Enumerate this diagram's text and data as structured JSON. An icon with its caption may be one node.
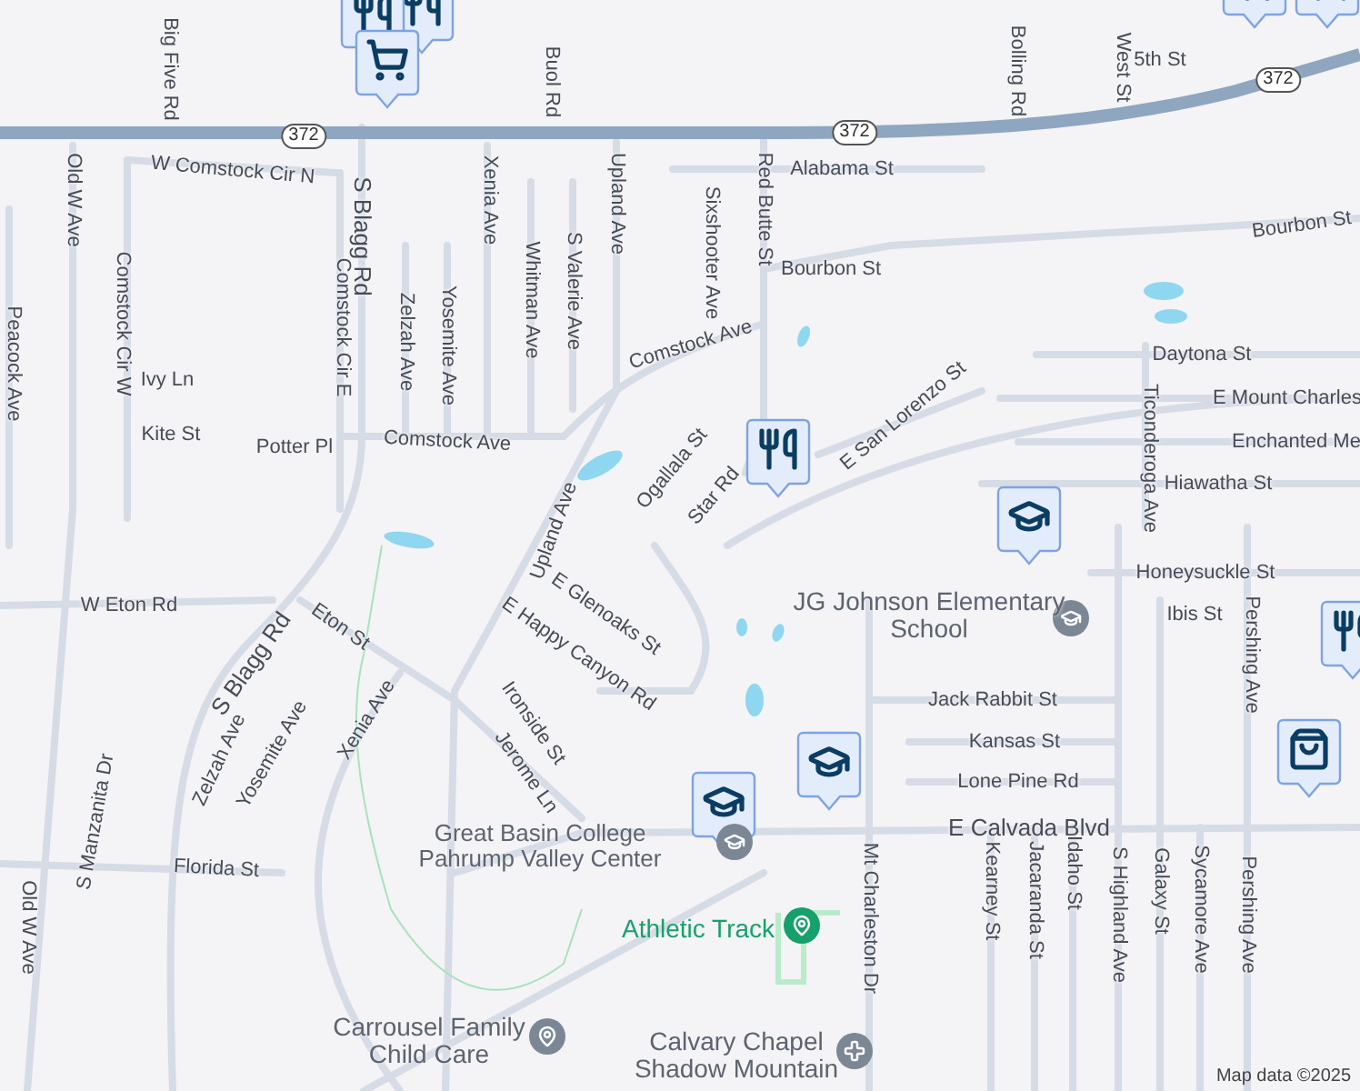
{
  "diagram": {
    "labels": [
      "Big Five Rd",
      "Buol Rd",
      "372",
      "Bolling Rd",
      "West St",
      "5th St",
      "372",
      "372",
      "W Comstock Cir N",
      "Alabama St",
      "Old W Ave",
      "S Blagg Rd",
      "Xenia Ave",
      "Upland Ave",
      "Sixshooter Ave",
      "Red Butte St",
      "Bourbon St",
      "Bourbon St",
      "Comstock Cir W",
      "Comstock Cir E",
      "Zelzah Ave",
      "Yosemite Ave",
      "Whitman Ave",
      "S Valerie Ave",
      "Comstock Ave",
      "Daytona St",
      "Peacock Ave",
      "E San Lorenzo St",
      "E Mount Charles",
      "Ivy Ln",
      "Kite St",
      "Potter Pl",
      "Comstock Ave",
      "Enchanted Me",
      "Ogallala St",
      "Upland Ave",
      "Star Rd",
      "Hiawatha St",
      "Ticonderoga Ave",
      "Honeysuckle St",
      "W Eton Rd",
      "E Glenoaks St",
      "JG Johnson Elementary School",
      "Ibis St",
      "Pershing Ave",
      "Eton St",
      "S Blagg Rd",
      "E Happy Canyon Rd",
      "Zelzah Ave",
      "Yosemite Ave",
      "Xenia Ave",
      "Ironside St",
      "Jack Rabbit St",
      "Jerome Ln",
      "Kansas St",
      "Lone Pine Rd",
      "S Manzanita Dr",
      "E Calvada Blvd",
      "Great Basin College Pahrump Valley Center",
      "Florida St",
      "Old W Ave",
      "Mt Charleston Dr",
      "Kearney St",
      "Jacaranda St",
      "Idaho St",
      "S Highland Ave",
      "Galaxy St",
      "Sycamore Ave",
      "Pershing Ave",
      "Athletic Track",
      "Carrousel Family Child Care",
      "Calvary Chapel Shadow Mountain",
      "Map data ©2025"
    ]
  }
}
